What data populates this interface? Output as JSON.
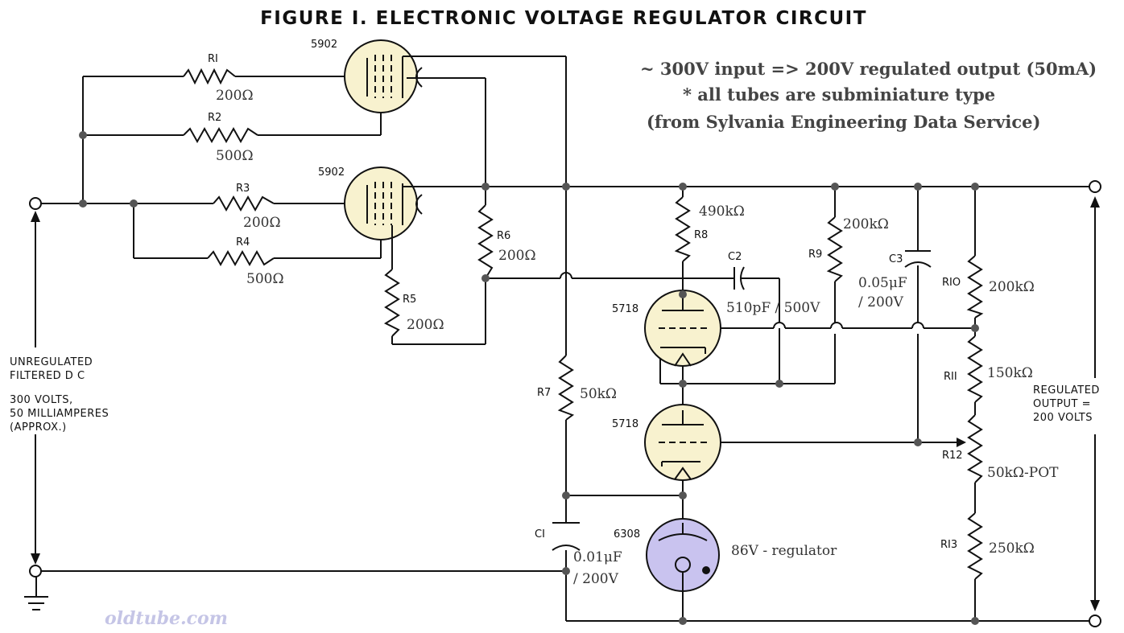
{
  "title": "FIGURE I.   ELECTRONIC VOLTAGE REGULATOR CIRCUIT",
  "notes": {
    "line1": "~ 300V input  => 200V regulated output (50mA)",
    "line2": "* all tubes are subminiature type",
    "line3": "(from Sylvania  Engineering Data Service)"
  },
  "input_label": {
    "line1": "UNREGULATED",
    "line2": "FILTERED  D C",
    "line3": "300  VOLTS,",
    "line4": "50 MILLIAMPERES",
    "line5": "(APPROX.)"
  },
  "output_label": {
    "line1": "REGULATED",
    "line2": "OUTPUT  =",
    "line3": "200  VOLTS"
  },
  "watermark": "oldtube.com",
  "tubes": {
    "v1": "5902",
    "v2": "5902",
    "v3": "5718",
    "v4": "5718",
    "v5": "6308",
    "v5_note": "86V - regulator"
  },
  "components": {
    "r1": {
      "label": "RI",
      "value": "200Ω"
    },
    "r2": {
      "label": "R2",
      "value": "500Ω"
    },
    "r3": {
      "label": "R3",
      "value": "200Ω"
    },
    "r4": {
      "label": "R4",
      "value": "500Ω"
    },
    "r5": {
      "label": "R5",
      "value": "200Ω"
    },
    "r6": {
      "label": "R6",
      "value": "200Ω"
    },
    "r7": {
      "label": "R7",
      "value": "50kΩ"
    },
    "r8": {
      "label": "R8",
      "value": "490kΩ"
    },
    "r9": {
      "label": "R9",
      "value": "200kΩ"
    },
    "r10": {
      "label": "RIO",
      "value": "200kΩ"
    },
    "r11": {
      "label": "RII",
      "value": "150kΩ"
    },
    "r12": {
      "label": "R12",
      "value": "50kΩ-POT"
    },
    "r13": {
      "label": "RI3",
      "value": "250kΩ"
    },
    "c1": {
      "label": "CI",
      "value1": "0.01μF",
      "value2": "/ 200V"
    },
    "c2": {
      "label": "C2",
      "value": "510pF / 500V"
    },
    "c3": {
      "label": "C3",
      "value1": "0.05μF",
      "value2": "/ 200V"
    }
  }
}
